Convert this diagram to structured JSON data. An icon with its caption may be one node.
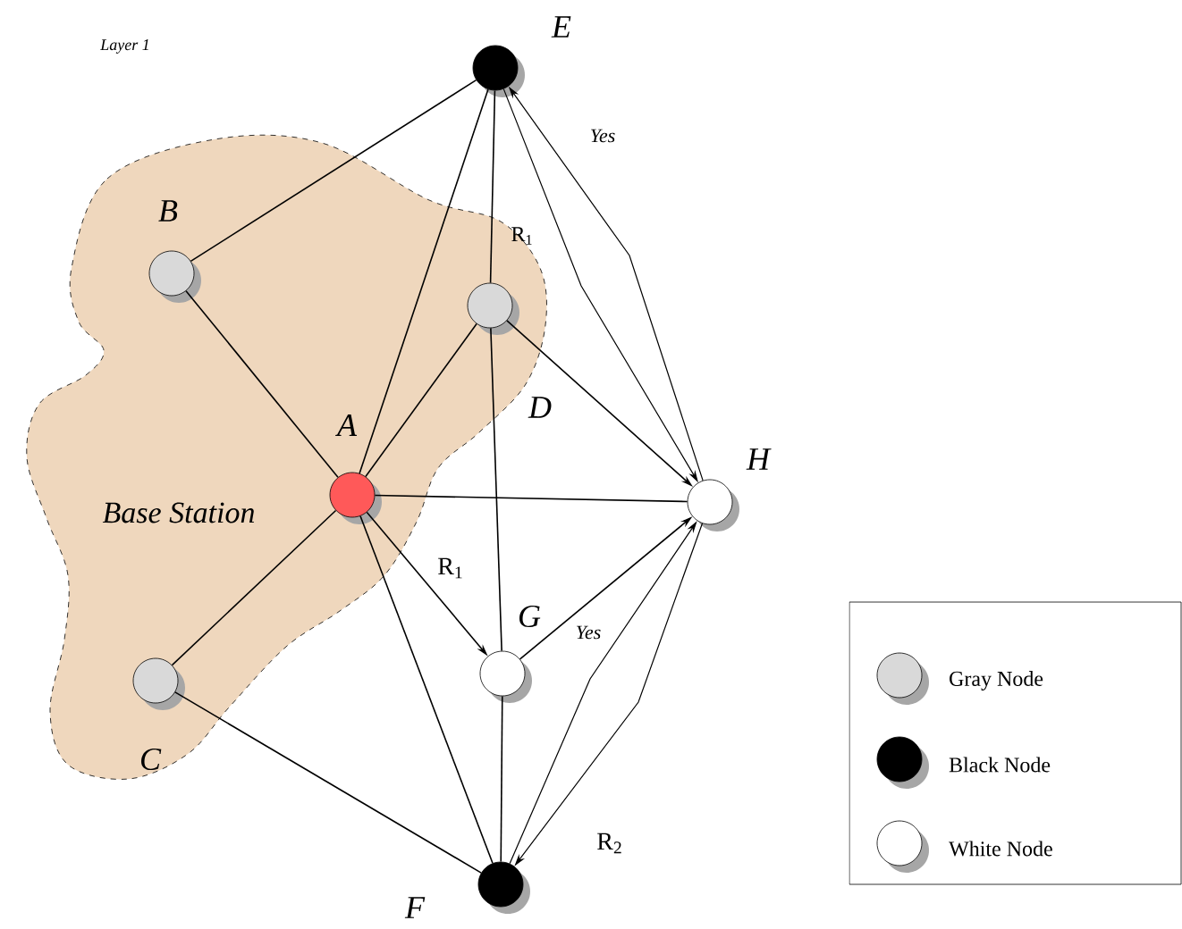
{
  "diagram": {
    "nodes": [
      {
        "text": [
          "Base Station"
        ]
      },
      {
        "text": [],
        "shape": "circle",
        "beside": [
          "E"
        ]
      },
      {
        "text": [],
        "shape": "circle",
        "beside": [
          "B"
        ],
        "in": 0
      },
      {
        "text": [],
        "shape": "circle",
        "beside": [
          "D"
        ],
        "in": 0
      },
      {
        "text": [],
        "shape": "circle",
        "beside": [
          "A"
        ],
        "in": 0
      },
      {
        "text": [],
        "shape": "circle",
        "beside": [
          "H"
        ]
      },
      {
        "text": [],
        "shape": "circle",
        "beside": [
          "G"
        ]
      },
      {
        "text": [],
        "shape": "circle",
        "beside": [
          "C"
        ],
        "in": 0
      },
      {
        "text": [],
        "shape": "circle",
        "beside": [
          "F"
        ]
      }
    ],
    "edges": [
      {
        "from": 1,
        "to": 2,
        "arrow": "none"
      },
      {
        "from": 1,
        "to": 4,
        "arrow": "none"
      },
      {
        "from": 1,
        "to": 3,
        "arrow": "none"
      },
      {
        "from": 1,
        "to": 5,
        "arrow": "to"
      },
      {
        "from": 5,
        "to": 1,
        "arrow": "to",
        "label": "Yes"
      },
      {
        "from": 2,
        "to": 4,
        "arrow": "none"
      },
      {
        "from": 3,
        "to": 4,
        "arrow": "none"
      },
      {
        "from": 3,
        "to": 5,
        "arrow": "to"
      },
      {
        "from": 3,
        "to": 6,
        "arrow": "none"
      },
      {
        "from": 4,
        "to": 5,
        "arrow": "none"
      },
      {
        "from": 4,
        "to": 6,
        "arrow": "to",
        "label": "R$_{1}$"
      },
      {
        "from": 4,
        "to": 8,
        "arrow": "none"
      },
      {
        "from": 4,
        "to": 7,
        "arrow": "none"
      },
      {
        "from": 6,
        "to": 5,
        "arrow": "to",
        "label": "Yes"
      },
      {
        "from": 6,
        "to": 8,
        "arrow": "none"
      },
      {
        "from": 7,
        "to": 8,
        "arrow": "none"
      },
      {
        "from": 8,
        "to": 5,
        "arrow": "to"
      },
      {
        "from": 5,
        "to": 8,
        "arrow": "to",
        "label": "R$_{2}$"
      }
    ],
    "labels": [
      "Layer 1",
      "R$_{1}$"
    ],
    "legend": [
      {
        "text": "Gray Node"
      },
      {
        "text": "Black Node"
      },
      {
        "text": "White Node"
      }
    ]
  }
}
